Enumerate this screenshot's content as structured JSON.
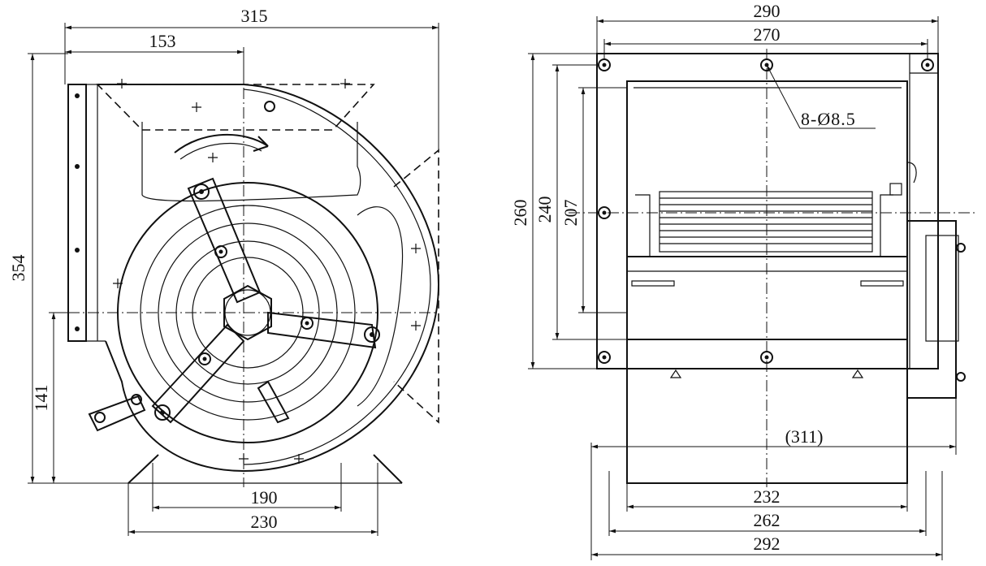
{
  "side_view": {
    "width_315": "315",
    "width_153": "153",
    "height_354": "354",
    "height_141": "141",
    "base_190": "190",
    "base_230": "230"
  },
  "front_view": {
    "width_290": "290",
    "width_270": "270",
    "height_260": "260",
    "height_240": "240",
    "height_207": "207",
    "bolt_holes": "8-Ø8.5",
    "overall_311": "(311)",
    "base_232": "232",
    "base_262": "262",
    "base_292": "292"
  }
}
